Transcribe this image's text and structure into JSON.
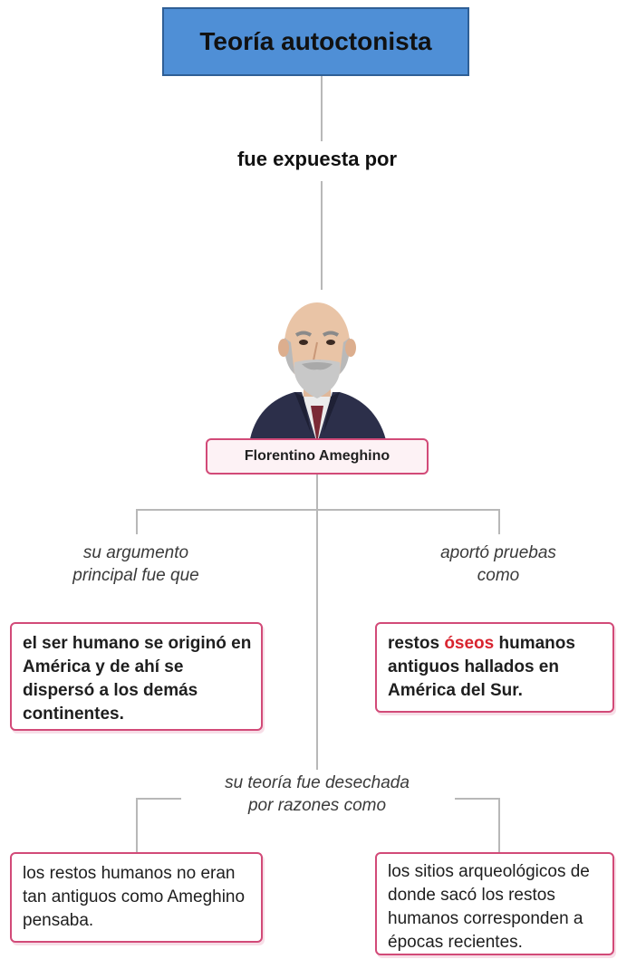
{
  "title": "Teoría autoctonista",
  "link_exposed_by": "fue expuesta por",
  "person_name": "Florentino Ameghino",
  "left_branch": {
    "label_line1": "su argumento",
    "label_line2": "principal fue que",
    "card_text": "el ser humano se originó en América y de ahí se dispersó a los demás continentes."
  },
  "right_branch": {
    "label_line1": "aportó pruebas",
    "label_line2": "como",
    "card_before": "restos ",
    "card_highlight": "óseos",
    "card_after": " humanos antiguos hallados en América del Sur."
  },
  "bottom_branch": {
    "label_line1": "su teoría fue desechada",
    "label_line2": "por razones como",
    "left_card": "los restos humanos no eran tan antiguos como Ameghino pensaba.",
    "right_card": "los sitios arqueológicos de donde sacó los restos humanos corresponden a épocas recientes."
  },
  "colors": {
    "title_fill": "#4f8fd6",
    "card_border": "#d24a78",
    "highlight": "#d8242f"
  }
}
